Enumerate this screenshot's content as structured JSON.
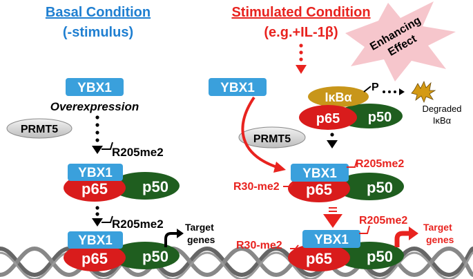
{
  "basal": {
    "title": "Basal Condition",
    "subtitle": "(-stimulus)",
    "ybx1_top": "YBX1",
    "overexpression": "Overexpression",
    "prmt5": "PRMT5",
    "mod_mid": "R205me2",
    "complex1": {
      "ybx1": "YBX1",
      "p65": "p65",
      "p50": "p50"
    },
    "mod_low": "R205me2",
    "complex2": {
      "ybx1": "YBX1",
      "p65": "p65",
      "p50": "p50"
    },
    "target_line1": "Target",
    "target_line2": "genes"
  },
  "stimulated": {
    "title": "Stimulated Condition",
    "subtitle": "(e.g.+IL-1β)",
    "enhancing_line1": "Enhancing",
    "enhancing_line2": "Effect",
    "ybx1_top": "YBX1",
    "ikba": "IκBα",
    "phospho": "P",
    "degraded_line1": "Degraded",
    "degraded_line2": "IκBα",
    "p65_top": "p65",
    "p50_top": "p50",
    "prmt5": "PRMT5",
    "complex1": {
      "ybx1": "YBX1",
      "p65": "p65",
      "p50": "p50",
      "r205": "R205me2",
      "r30": "R30-me2"
    },
    "complex2": {
      "ybx1": "YBX1",
      "p65": "p65",
      "p50": "p50",
      "r205": "R205me2",
      "r30": "R30-me2"
    },
    "target_line1": "Target",
    "target_line2": "genes"
  },
  "colors": {
    "blue": "#3aa0dc",
    "title_blue": "#1f7fd1",
    "red": "#e8231f",
    "p65_red": "#d91c1c",
    "p50_green": "#1f5e1f",
    "ikba_gold": "#c8961a",
    "burst_pink": "#f6c6cc",
    "prmt5_gray": "#d9d9d9"
  }
}
